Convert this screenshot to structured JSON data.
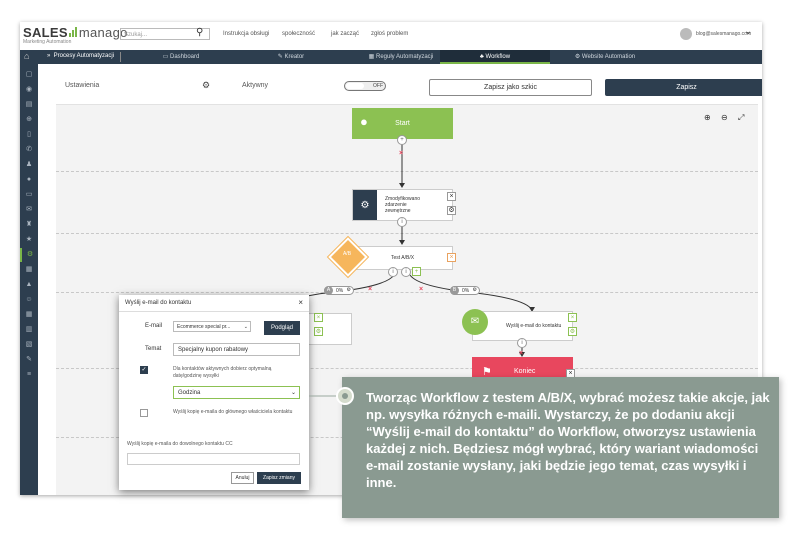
{
  "logo": {
    "brand_sales": "SALES",
    "brand_manago": "manago",
    "tagline": "Marketing Automation"
  },
  "header": {
    "search_placeholder": "Szukaj...",
    "links": [
      "Instrukcja obsługi",
      "społeczność",
      "jak zacząć",
      "zgłoś problem"
    ],
    "user_email": "blog@salesmanago.com"
  },
  "nav": {
    "breadcrumb": "Procesy Automatyzacji",
    "tabs": [
      {
        "icon": "▭",
        "label": "Dashboard"
      },
      {
        "icon": "✎",
        "label": "Kreator"
      },
      {
        "icon": "▦",
        "label": "Reguły Automatyzacji"
      },
      {
        "icon": "♣",
        "label": "Workflow"
      },
      {
        "icon": "⚙",
        "label": "Website Automation"
      }
    ],
    "active_tab": "Workflow"
  },
  "sidebar": {
    "icons": [
      "▢",
      "◉",
      "▤",
      "⊕",
      "▯",
      "✆",
      "♟",
      "●",
      "▭",
      "✉",
      "♜",
      "★",
      "⚙",
      "▦",
      "▲",
      "☺",
      "▦",
      "▥",
      "▧",
      "✎",
      "≡"
    ],
    "active_index": 12
  },
  "settings": {
    "label": "Ustawienia",
    "active_label": "Aktywny",
    "toggle_state": "OFF",
    "save_draft": "Zapisz jako szkic",
    "save": "Zapisz"
  },
  "workflow": {
    "start_label": "Start",
    "event_label": "Zmodyfikowano zdarzenie zewnętrzne",
    "test_label": "Test A/B/X",
    "test_icon_label": "A/B",
    "branch_a": {
      "letter": "A",
      "percent": "0%"
    },
    "branch_b": {
      "letter": "B",
      "percent": "0%"
    },
    "action_label": "Wyślij e-mail do kontaktu",
    "end_label": "Koniec"
  },
  "modal": {
    "title": "Wyślij e-mail do kontaktu",
    "email_label": "E-mail",
    "email_value": "Ecommerce special pr...",
    "preview_button": "Podgląd",
    "subject_label": "Temat",
    "subject_value": "Specjalny kupon rabatowy",
    "optimal_text": "Dla kontaktów aktywnych dobierz optymalną datę/godzinę wysyłki",
    "hour_value": "Godzina",
    "copy_owner_text": "Wyślij kopię e-maila do głównego właściciela kontaktu",
    "cc_label": "Wyślij kopię e-maila do dowolnego kontaktu CC",
    "cancel_button": "Anuluj",
    "submit_button": "Zapisz zmiany"
  },
  "callout": {
    "text": "Tworząc Workflow z testem A/B/X, wybrać możesz takie akcje, jak np. wysyłka różnych e-maili. Wystarczy, że po dodaniu akcji “Wyślij e-mail do kontaktu” do Workflow, otworzysz ustawienia każdej z nich. Będziesz mógł wybrać, który wariant wiadomości e-mail zostanie wysłany, jaki będzie jego temat, czas wysyłki i inne."
  },
  "colors": {
    "navy": "#2d3e4f",
    "green": "#8cc152",
    "red": "#e8475e",
    "orange": "#f6b65c",
    "callout": "#8a9a91"
  }
}
